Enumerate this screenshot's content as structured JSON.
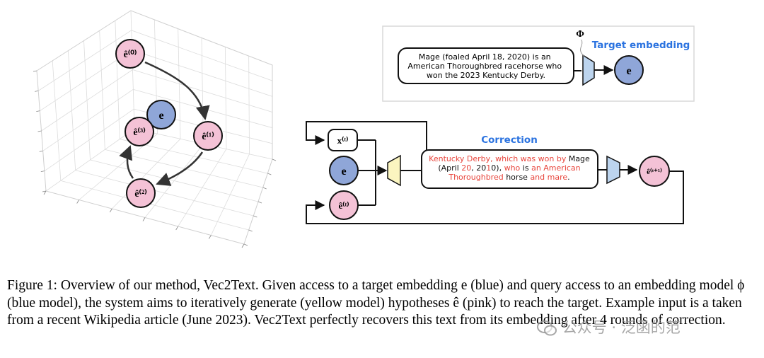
{
  "axes3d": {
    "nodes": {
      "e0": "ê⁽⁰⁾",
      "e": "e",
      "e3": "ê⁽³⁾",
      "e1": "ê⁽¹⁾",
      "e2": "ê⁽²⁾"
    }
  },
  "top_panel": {
    "input_text_line1": "Mage (foaled April 18, 2020) is an",
    "input_text_line2": "American Thoroughbred racehorse who",
    "input_text_line3": "won the 2023 Kentucky Derby.",
    "phi_label": "Φ",
    "target_title": "Target embedding",
    "target_node": "e"
  },
  "bottom_panel": {
    "title": "Correction",
    "xt_label": "x⁽ᵗ⁾",
    "e_label": "e",
    "et_label": "ê⁽ᵗ⁾",
    "out_label": "ê⁽ᵗ⁺¹⁾",
    "hyp_segments": [
      [
        {
          "t": "Kentucky Derby, which was won by ",
          "c": "red"
        },
        {
          "t": "Mage",
          "c": "black"
        }
      ],
      [
        {
          "t": "(April ",
          "c": "black"
        },
        {
          "t": "20",
          "c": "red"
        },
        {
          "t": ", 20",
          "c": "black"
        },
        {
          "t": "1",
          "c": "red"
        },
        {
          "t": "0), ",
          "c": "black"
        },
        {
          "t": "who",
          "c": "red"
        },
        {
          "t": " is ",
          "c": "black"
        },
        {
          "t": "an American",
          "c": "red"
        }
      ],
      [
        {
          "t": "Thoroughbred",
          "c": "red"
        },
        {
          "t": " horse ",
          "c": "black"
        },
        {
          "t": "and mare",
          "c": "red"
        },
        {
          "t": ".",
          "c": "black"
        }
      ]
    ]
  },
  "caption": "Figure 1: Overview of our method, Vec2Text. Given access to a target embedding e (blue) and query access to an embedding model ϕ (blue model), the system aims to iteratively generate (yellow model) hypotheses ê (pink) to reach the target. Example input is a taken from a recent Wikipedia article (June 2023). Vec2Text perfectly recovers this text from its embedding after 4 rounds of correction.",
  "watermark": "公众号 · 泛函的范",
  "colors": {
    "pink": "#f4c2d6",
    "blue": "#8fa6d8",
    "yellow": "#fbf5c0",
    "model_blue": "#bcd4ee",
    "title_blue": "#2b73e0",
    "red_text": "#e8453c"
  }
}
